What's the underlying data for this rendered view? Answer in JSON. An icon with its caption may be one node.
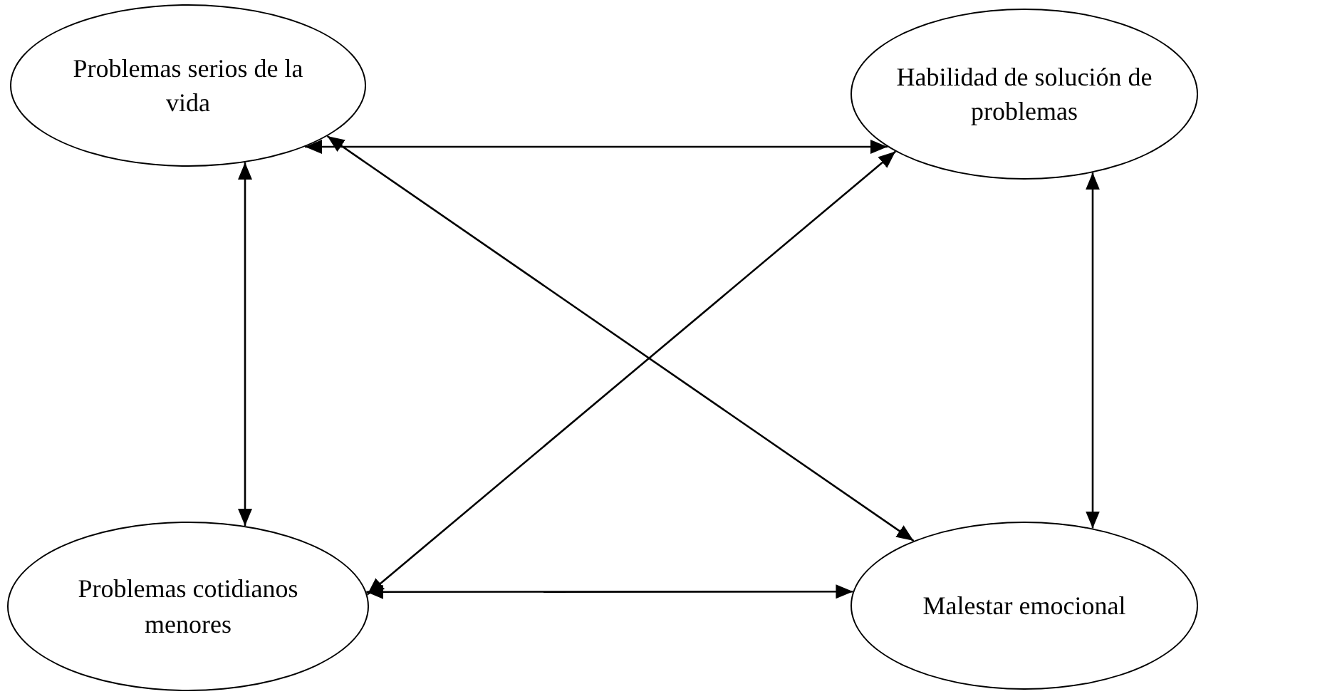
{
  "diagram": {
    "nodes": [
      {
        "text": [
          "Problemas serios de la vida"
        ]
      },
      {
        "text": [
          "Habilidad de solución de problemas"
        ]
      },
      {
        "text": [
          "Problemas cotidianos menores"
        ]
      },
      {
        "text": [
          "Malestar emocional"
        ]
      }
    ],
    "edges": [
      {
        "from": 0,
        "to": 1,
        "arrow": "both"
      },
      {
        "from": 0,
        "to": 2,
        "arrow": "both"
      },
      {
        "from": 1,
        "to": 3,
        "arrow": "both"
      },
      {
        "from": 2,
        "to": 3,
        "arrow": "both"
      },
      {
        "from": 0,
        "to": 3,
        "arrow": "both"
      },
      {
        "from": 1,
        "to": 2,
        "arrow": "both"
      }
    ]
  }
}
